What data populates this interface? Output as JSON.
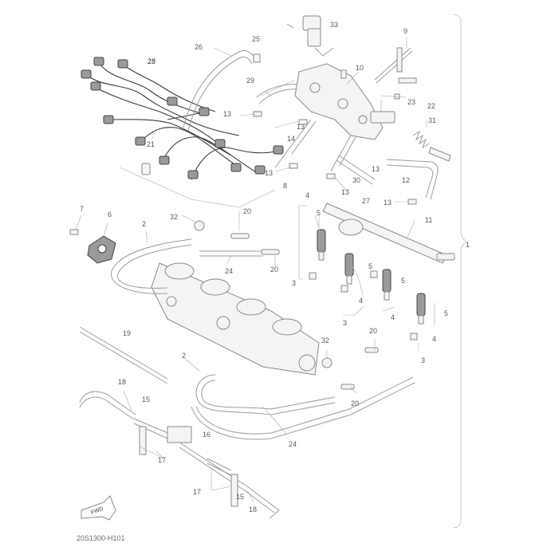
{
  "diagram": {
    "drawing_code": "20S1300-H101",
    "fwd_label": "FWD",
    "callouts": {
      "c1": "1",
      "c2a": "2",
      "c2b": "2",
      "c3a": "3",
      "c3b": "3",
      "c3c": "3",
      "c4a": "4",
      "c4b": "4",
      "c4c": "4",
      "c4d": "4",
      "c5a": "5",
      "c5b": "5",
      "c5c": "5",
      "c5d": "5",
      "c6": "6",
      "c7": "7",
      "c8": "8",
      "c9": "9",
      "c10": "10",
      "c11": "11",
      "c12": "12",
      "c13a": "13",
      "c13b": "13",
      "c13c": "13",
      "c13d": "13",
      "c13e": "13",
      "c13f": "13",
      "c14": "14",
      "c15a": "15",
      "c15b": "15",
      "c16": "16",
      "c17a": "17",
      "c17b": "17",
      "c18a": "18",
      "c18b": "18",
      "c19": "19",
      "c20a": "20",
      "c20b": "20",
      "c20c": "20",
      "c20d": "20",
      "c21": "21",
      "c22": "22",
      "c23": "23",
      "c24a": "24",
      "c24b": "24",
      "c25": "25",
      "c26": "26",
      "c27": "27",
      "c28": "28",
      "c29": "29",
      "c30": "30",
      "c31": "31",
      "c32a": "32",
      "c32b": "32",
      "c33": "33"
    }
  }
}
